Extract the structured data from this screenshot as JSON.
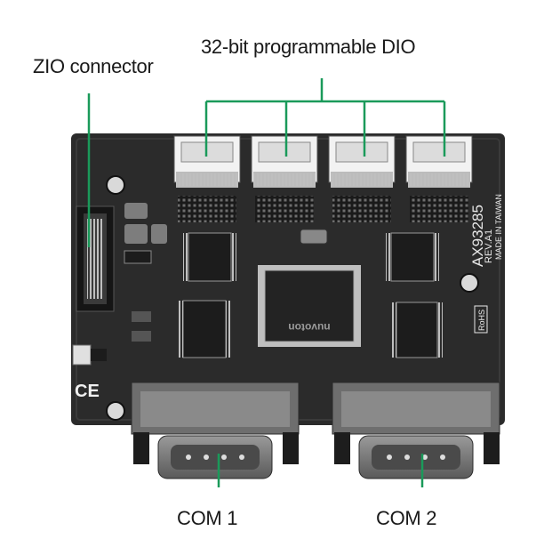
{
  "labels": {
    "dio": "32-bit programmable DIO",
    "zio": "ZIO connector",
    "com1": "COM 1",
    "com2": "COM 2"
  },
  "board_print": {
    "model": "AX93285",
    "rev": "REV.A1",
    "made_in": "MADE IN TAIWAN",
    "ce_mark": "CE",
    "rohs": "RoHS",
    "chip_brand": "nuvoton"
  },
  "colors": {
    "callout": "#1a9a5a",
    "board": "#2b2b2b",
    "component_dark": "#1c1c1c",
    "connector_white": "#f2f2f2",
    "db9_shell": "#7a7a7a"
  }
}
